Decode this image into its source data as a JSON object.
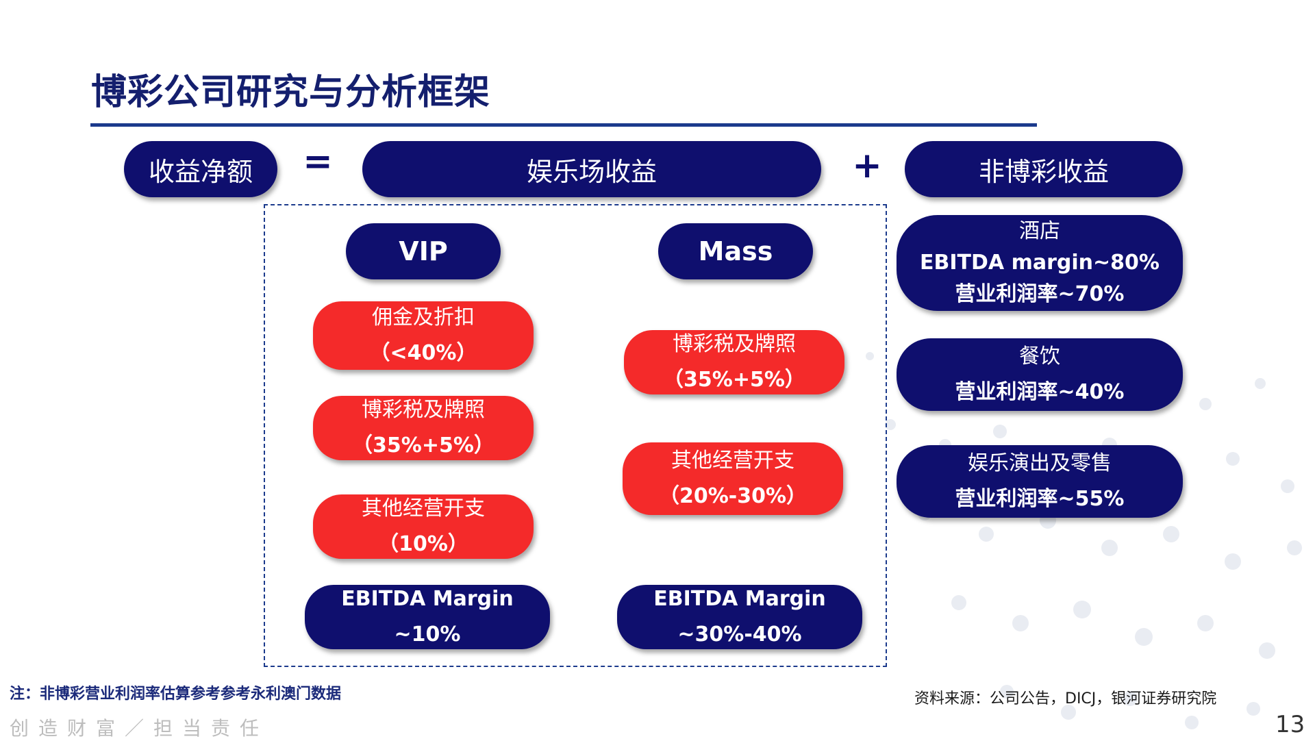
{
  "title": "博彩公司研究与分析框架",
  "equation": {
    "net_revenue": "收益净额",
    "equals": "=",
    "casino_revenue": "娱乐场收益",
    "plus": "+",
    "non_gaming_revenue": "非博彩收益"
  },
  "vip": {
    "label": "VIP",
    "items": [
      {
        "line1": "佣金及折扣",
        "line2": "（<40%）"
      },
      {
        "line1": "博彩税及牌照",
        "line2": "（35%+5%）"
      },
      {
        "line1": "其他经营开支",
        "line2": "（10%）"
      }
    ],
    "ebitda": {
      "line1": "EBITDA Margin",
      "line2": "~10%"
    }
  },
  "mass": {
    "label": "Mass",
    "items": [
      {
        "line1": "博彩税及牌照",
        "line2": "（35%+5%）"
      },
      {
        "line1": "其他经营开支",
        "line2": "（20%-30%）"
      }
    ],
    "ebitda": {
      "line1": "EBITDA Margin",
      "line2": "~30%-40%"
    }
  },
  "non_gaming": [
    {
      "line1": "酒店",
      "line2": "EBITDA margin~80%",
      "line3": "营业利润率~70%"
    },
    {
      "line1": "餐饮",
      "line2": "营业利润率~40%"
    },
    {
      "line1": "娱乐演出及零售",
      "line2": "营业利润率~55%"
    }
  ],
  "footnote": "注：非博彩营业利润率估算参考参考永利澳门数据",
  "source": "资料来源：公司公告，DICJ，银河证券研究院",
  "slogan": "创造财富／担当责任",
  "page_number": "13",
  "colors": {
    "navy": "#0f0f6e",
    "red": "#f42a2a",
    "title": "#141f6e"
  }
}
